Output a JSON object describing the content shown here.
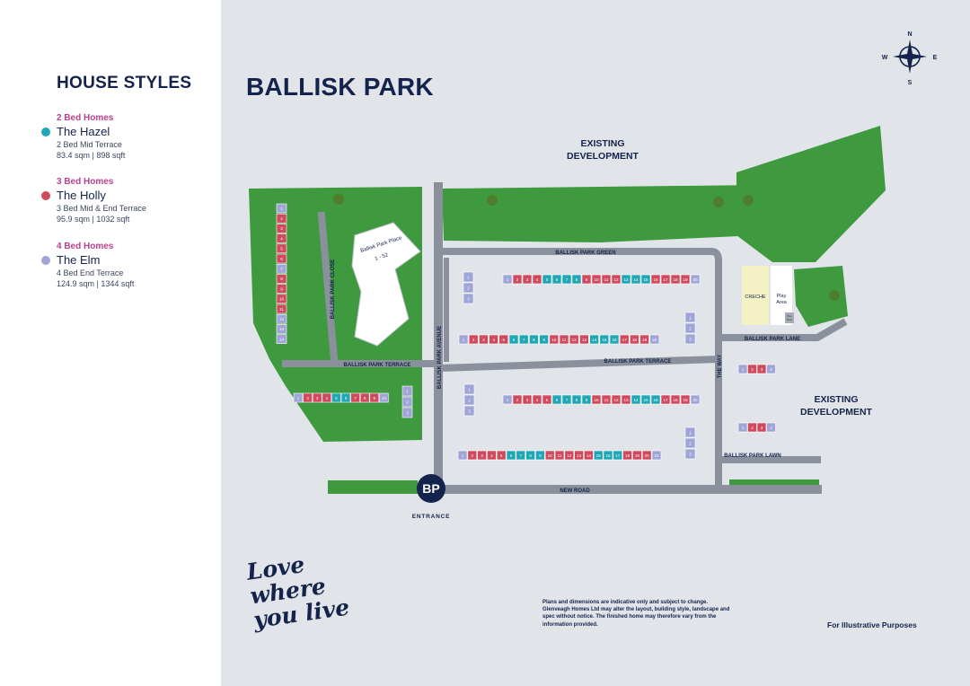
{
  "sidebar": {
    "title": "HOUSE STYLES",
    "styles": [
      {
        "category": "2 Bed Homes",
        "name": "The Hazel",
        "description": "2 Bed Mid Terrace",
        "size": "83.4 sqm | 898 sqft",
        "color": "#20a7b5"
      },
      {
        "category": "3 Bed Homes",
        "name": "The Holly",
        "description": "3 Bed Mid & End Terrace",
        "size": "95.9 sqm | 1032 sqft",
        "color": "#cf4a5d"
      },
      {
        "category": "4 Bed Homes",
        "name": "The Elm",
        "description": "4 Bed  End Terrace",
        "size": "124.9 sqm | 1344 sqft",
        "color": "#9fa5d6"
      }
    ]
  },
  "map": {
    "title": "BALLISK PARK",
    "compass": {
      "n": "N",
      "s": "S",
      "e": "E",
      "w": "W"
    },
    "labels": {
      "existing_development_top_1": "EXISTING",
      "existing_development_top_2": "DEVELOPMENT",
      "existing_development_right_1": "EXISTING",
      "existing_development_right_2": "DEVELOPMENT",
      "apartment_1": "Ballisk Park Place",
      "apartment_2": "1 - 52",
      "creche": "CRECHE",
      "play_area_1": "Play",
      "play_area_2": "Area",
      "bin_store_1": "Bins",
      "bin_store_2": "Store",
      "entrance_badge": "BP",
      "entrance": "ENTRANCE"
    },
    "roads": {
      "ballisk_park_green": "BALLISK PARK GREEN",
      "ballisk_park_terrace_west": "BALLISK PARK TERRACE",
      "ballisk_park_terrace_east": "BALLISK PARK TERRACE",
      "ballisk_park_lane": "BALLISK PARK LANE",
      "ballisk_park_lawn": "BALLISK PARK LAWN",
      "new_road": "NEW ROAD",
      "ballisk_park_avenue": "BALLISK PARK AVENUE",
      "ballisk_park_close": "BALLISK PARK CLOSE",
      "the_way": "THE WAY"
    },
    "colors": {
      "hazel": "#20a7b5",
      "holly": "#cf4a5d",
      "elm": "#9fa5d6",
      "green": "#3f9a3f",
      "road": "#8a919d",
      "navy": "#14234b"
    },
    "house_rows": [
      {
        "id": "close-column",
        "types": "ehhhhhehhhheee",
        "labels": [
          "1",
          "2",
          "3",
          "4",
          "5",
          "6",
          "7",
          "8",
          "9",
          "10",
          "11",
          "12",
          "13",
          "14"
        ]
      },
      {
        "id": "green-south-row",
        "types": "ehhhtttthhhhttthhhhe",
        "labels": [
          "1",
          "2",
          "3",
          "4",
          "5",
          "6",
          "7",
          "8",
          "9",
          "10",
          "11",
          "12",
          "13",
          "14",
          "15",
          "16",
          "17",
          "18",
          "19",
          "20"
        ]
      },
      {
        "id": "green-west-column",
        "types": "eee",
        "labels": [
          "1",
          "2",
          "3"
        ]
      },
      {
        "id": "terrace-north-row",
        "types": "ehhhhtttthhhhttthhhe",
        "labels": [
          "1",
          "2",
          "3",
          "4",
          "5",
          "6",
          "7",
          "8",
          "9",
          "10",
          "11",
          "12",
          "13",
          "14",
          "15",
          "16",
          "17",
          "18",
          "19",
          "20"
        ]
      },
      {
        "id": "the-way-west-column",
        "types": "eee",
        "labels": [
          "1",
          "2",
          "3"
        ]
      },
      {
        "id": "terrace-west-row",
        "types": "ehhhtthhhe",
        "labels": [
          "1",
          "2",
          "3",
          "4",
          "5",
          "6",
          "7",
          "8",
          "9",
          "10"
        ]
      },
      {
        "id": "avenue-west-column",
        "types": "eee",
        "labels": [
          "1",
          "2",
          "3"
        ]
      },
      {
        "id": "avenue-east-column",
        "types": "eee",
        "labels": [
          "1",
          "2",
          "3"
        ]
      },
      {
        "id": "terrace-south-row",
        "types": "ehhhhtttthhhhttthhhe",
        "labels": [
          "1",
          "2",
          "3",
          "4",
          "5",
          "6",
          "7",
          "8",
          "9",
          "10",
          "11",
          "12",
          "13",
          "14",
          "15",
          "16",
          "17",
          "18",
          "19",
          "20"
        ]
      },
      {
        "id": "lane-south-row",
        "types": "ehhe",
        "labels": [
          "1",
          "2",
          "3",
          "4"
        ]
      },
      {
        "id": "lawn-north-row",
        "types": "ehhe",
        "labels": [
          "1",
          "2",
          "3",
          "4"
        ]
      },
      {
        "id": "lawn-west-column",
        "types": "eee",
        "labels": [
          "1",
          "2",
          "3"
        ]
      },
      {
        "id": "new-road-north-row",
        "types": "ehhhhtttthhhhhttthhhe",
        "labels": [
          "1",
          "2",
          "3",
          "4",
          "5",
          "6",
          "7",
          "8",
          "9",
          "10",
          "11",
          "12",
          "13",
          "14",
          "15",
          "16",
          "17",
          "18",
          "19",
          "20",
          "21"
        ]
      }
    ]
  },
  "tagline": "Love where you live",
  "disclaimer": "Plans and dimensions are indicative only and subject to change. Glenveagh Homes Ltd may alter the layout, building style, landscape and spec without notice. The finished home may therefore vary from the information provided.",
  "illustrative": "For Illustrative Purposes"
}
